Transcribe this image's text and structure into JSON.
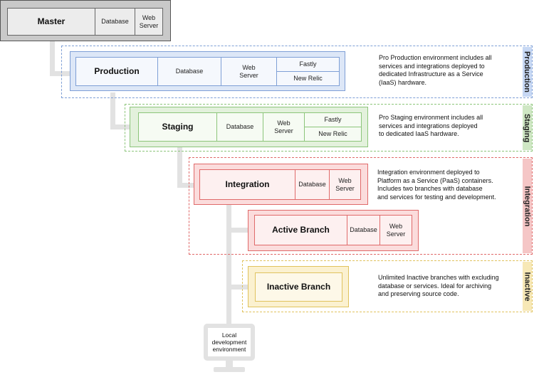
{
  "master": {
    "name": "Master",
    "database": "Database",
    "web_server": "Web Server"
  },
  "production": {
    "name": "Production",
    "database": "Database",
    "web_server": "Web Server",
    "fastly": "Fastly",
    "new_relic": "New Relic",
    "tab": "Production",
    "description": [
      "Pro Production environment includes all",
      "services and integrations deployed to",
      "dedicated Infrastructure as a Service",
      "(IaaS) hardware."
    ]
  },
  "staging": {
    "name": "Staging",
    "database": "Database",
    "web_server": "Web Server",
    "fastly": "Fastly",
    "new_relic": "New Relic",
    "tab": "Staging",
    "description": [
      "Pro Staging environment includes all",
      "services and integrations deployed",
      "to dedicated IaaS hardware."
    ]
  },
  "integration": {
    "name": "Integration",
    "database": "Database",
    "web_server": "Web Server",
    "tab": "Integration",
    "description": [
      "Integration environment deployed to",
      "Platform as a Service (PaaS) containers.",
      "Includes two branches with database",
      "and services for testing and development."
    ]
  },
  "active_branch": {
    "name": "Active Branch",
    "database": "Database",
    "web_server": "Web Server"
  },
  "inactive": {
    "name": "Inactive Branch",
    "tab": "Inactive",
    "description": [
      "Unlimited Inactive branches with excluding",
      "database or services. Ideal for archiving",
      "and preserving source code."
    ]
  },
  "local": {
    "label": "Local development environment"
  },
  "colors": {
    "master": "#c9c9c9",
    "production_blue": "#7e9fd6",
    "staging_green": "#8cc57a",
    "integration_red": "#e06a6a",
    "inactive_yellow": "#e0c35e",
    "connector_gray": "#e2e2e2"
  }
}
